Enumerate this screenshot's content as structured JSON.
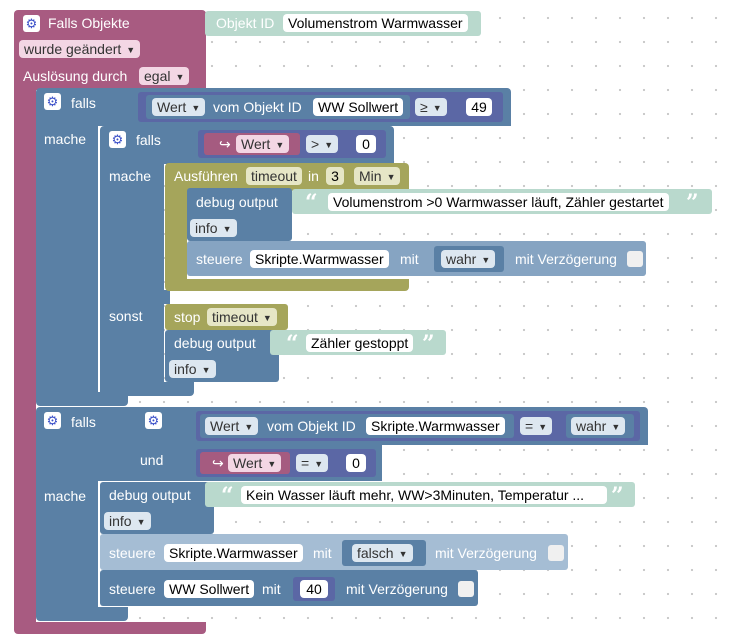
{
  "trigger": {
    "title": "Falls Objekte",
    "object_id_label": "Objekt ID",
    "object_id_value": "Volumenstrom Warmwasser",
    "changed_option": "wurde geändert",
    "trigger_by_label": "Auslösung durch",
    "trigger_by_value": "egal"
  },
  "if1": {
    "falls_label": "falls",
    "mache_label": "mache",
    "cond_value_dd": "Wert",
    "cond_from_label": "vom Objekt ID",
    "cond_object": "WW Sollwert",
    "cond_op": "≥",
    "cond_num": "49",
    "inner_if": {
      "falls_label": "falls",
      "mache_label": "mache",
      "sonst_label": "sonst",
      "arrow": "↪",
      "value_dd": "Wert",
      "op": ">",
      "num": "0",
      "exec": {
        "label": "Ausführen",
        "timeout_name": "timeout",
        "in_label": "in",
        "in_value": "3",
        "unit": "Min"
      },
      "debug": {
        "label": "debug output",
        "text": "Volumenstrom >0 Warmwasser läuft, Zähler gestartet",
        "level": "info"
      },
      "control": {
        "label": "steuere",
        "object": "Skripte.Warmwasser",
        "mit_label": "mit",
        "value": "wahr",
        "delay_label": "mit Verzögerung"
      },
      "stop": {
        "label": "stop",
        "timeout_name": "timeout"
      },
      "debug2": {
        "label": "debug output",
        "text": "Zähler gestoppt",
        "level": "info"
      }
    }
  },
  "if2": {
    "falls_label": "falls",
    "mache_label": "mache",
    "und_label": "und",
    "cond1_value_dd": "Wert",
    "cond1_from_label": "vom Objekt ID",
    "cond1_object": "Skripte.Warmwasser",
    "cond1_op": "=",
    "cond1_value": "wahr",
    "arrow": "↪",
    "cond2_value_dd": "Wert",
    "cond2_op": "=",
    "cond2_num": "0",
    "debug": {
      "label": "debug output",
      "text": "Kein Wasser läuft mehr, WW>3Minuten, Temperatur ...",
      "level": "info"
    },
    "control1": {
      "label": "steuere",
      "object": "Skripte.Warmwasser",
      "mit_label": "mit",
      "value": "falsch",
      "delay_label": "mit Verzögerung"
    },
    "control2": {
      "label": "steuere",
      "object": "WW Sollwert",
      "mit_label": "mit",
      "value": "40",
      "delay_label": "mit Verzögerung"
    }
  },
  "colors": {
    "trigger": "#a85b81",
    "logic": "#5a80a5",
    "logic_light": "#bcd0e4",
    "math": "#5b67a5",
    "var": "#a55b80",
    "timer": "#a5a55b",
    "text": "#b9d9cd"
  }
}
